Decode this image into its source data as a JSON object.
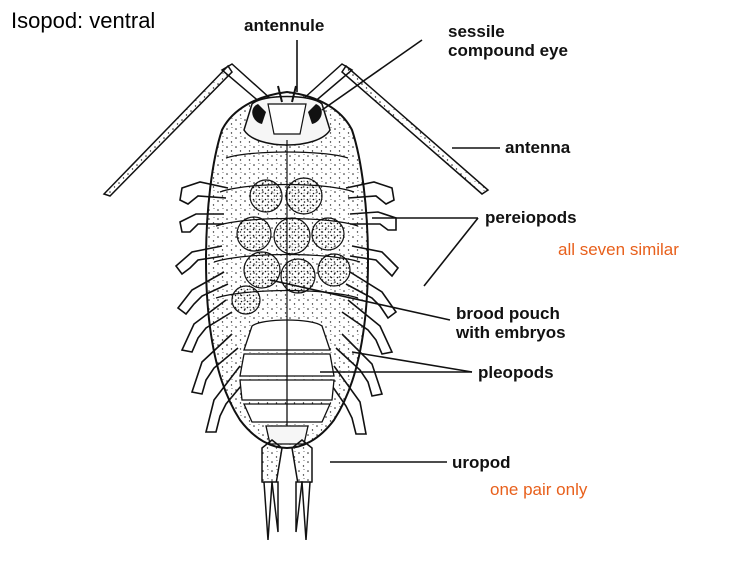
{
  "title": "Isopod: ventral",
  "labels": {
    "antennule": "antennule",
    "eye_line1": "sessile",
    "eye_line2": "compound eye",
    "antenna": "antenna",
    "pereiopods": "pereiopods",
    "brood_line1": "brood pouch",
    "brood_line2": "with embryos",
    "pleopods": "pleopods",
    "uropod": "uropod"
  },
  "notes": {
    "pereiopods_note": "all seven similar",
    "uropod_note": "one pair only"
  },
  "colors": {
    "ink": "#111111",
    "note": "#e8601c",
    "shell": "#f6f6f6",
    "egg": "#e6e6e6"
  }
}
